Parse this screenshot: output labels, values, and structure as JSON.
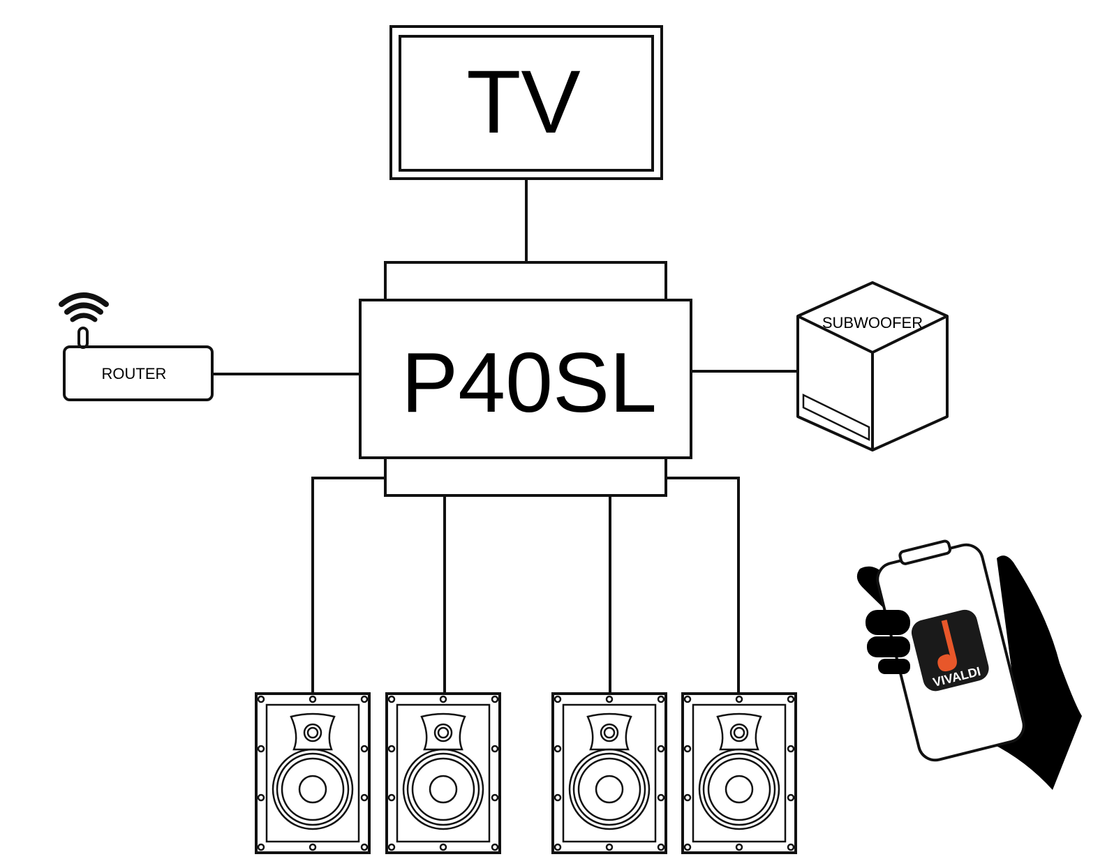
{
  "tv": {
    "label": "TV"
  },
  "amplifier": {
    "label": "P40SL"
  },
  "router": {
    "label": "ROUTER",
    "icon": "wifi-icon"
  },
  "subwoofer": {
    "label": "SUBWOOFER"
  },
  "speakers": [
    {
      "icon": "in-wall-speaker-icon"
    },
    {
      "icon": "in-wall-speaker-icon"
    },
    {
      "icon": "in-wall-speaker-icon"
    },
    {
      "icon": "in-wall-speaker-icon"
    }
  ],
  "phone": {
    "app_label": "VIVALDI",
    "icon": "hand-holding-phone-icon"
  },
  "colors": {
    "line": "#111111",
    "app_bg": "#1a1a1a",
    "app_accent": "#e8572a",
    "background": "#ffffff"
  }
}
